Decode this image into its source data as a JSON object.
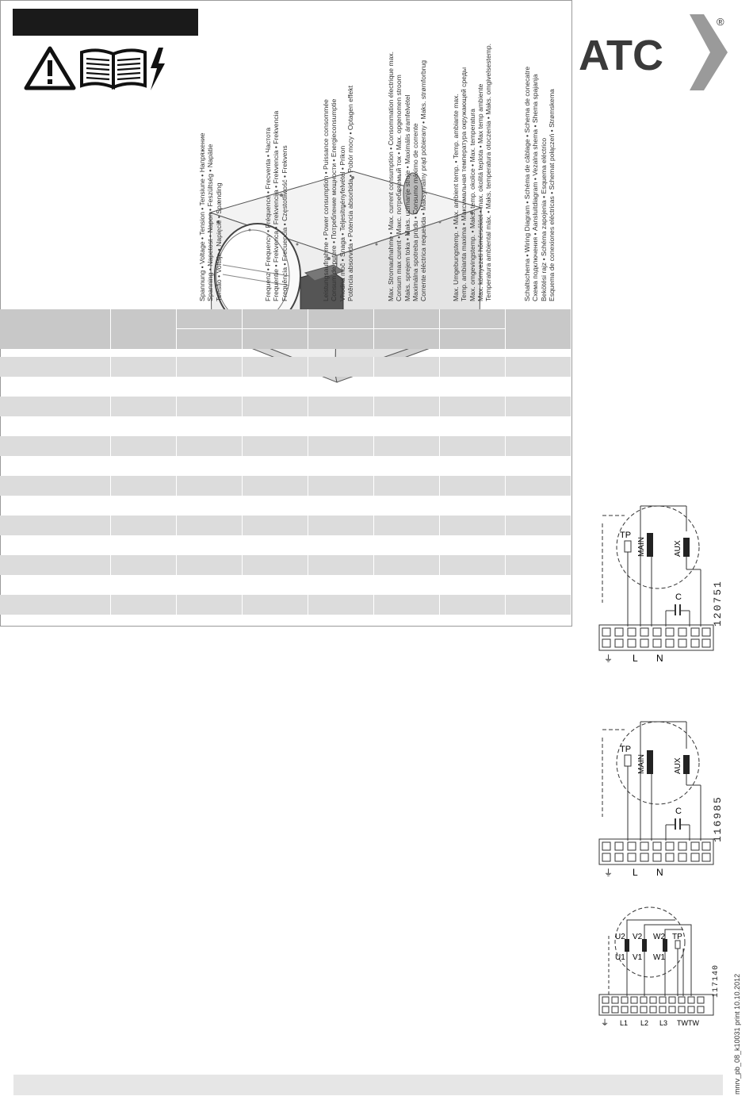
{
  "brand": {
    "logo_text": "ATC",
    "registered": "®",
    "colors": {
      "logo_dark": "#3a3a3a",
      "logo_grey": "#9a9a9a",
      "table_head": "#c8c8c8",
      "row_shade": "#dcdcdc"
    }
  },
  "icons": [
    "warning-triangle-icon",
    "manual-book-icon",
    "lightning-bolt-icon"
  ],
  "table": {
    "headers": [
      {
        "id": "voltage",
        "lines": [
          "Spannung • Voltage • Tension • Tensiune • Напряжение",
          "Spanning • Napetost • Napon • Feszültség • Napätie",
          "Tensão • Voltaje • Napięcie • Spænding"
        ]
      },
      {
        "id": "frequency",
        "lines": [
          "Frequenz • Frequency • Fréquence • Frecventa • Частота",
          "Frequentie • Frekvenca • Frekvencija • Frekvencia • Frekvencia",
          "Frequência • Frecuencia • Częstotliwość • Frekvens"
        ]
      },
      {
        "id": "power",
        "lines": [
          "Leistungsaufnahme • Power consumption • Puissance consommée",
          "Consum de putere • Потребление мощности • Energieconsumptie",
          "Vhodna moč • Snaga • Teljesítményfelvétel • Príkon",
          "Potência absorvida • Potencia absorbida • Pobór mocy • Optagen effekt"
        ]
      },
      {
        "id": "current",
        "lines": [
          "Max. Stromaufnahme • Max. current consumption • Consommation électrique max.",
          "Consum max curent • Макс. потребляемый ток • Max. opgenomen stroom",
          "Maks. sprejem toka • Maks. uzimanje struje • Maximális áramfelvétel",
          "Maximálna spotreba prúdu • Consumo máximo de corrente",
          "Corrente eléctrica requerida • Maksymalny prąd pobierany • Maks. strømforbrug"
        ]
      },
      {
        "id": "temperature",
        "lines": [
          "Max. Umgebungstemp. • Max. ambient temp. • Temp. ambiante max.",
          "Temp. ambianta maxima • Максимальная температура окружающей среды",
          "Max. omgevingstemp. • Maks. temp. okolice • Max. temperatura",
          "Max. környezeti hőmérséklet • max. okolitá teplota • Max temp ambiente",
          "Temperatura ambiental máx. • Maks. temperatura otoczenia • Maks. omgivelsestemp."
        ]
      },
      {
        "id": "wiring",
        "lines": [
          "Schaltschema • Wiring Diagram • Schéma de câblage • Schema de conecatre",
          "Схема подключения • Aansluitdiagram • Vezalna shema • Shema spajanja",
          "Bekötési rajz • Schéma zapojenia • Esquema eléctrico",
          "Esquema de conexiones eléctricas • Schemat połączeń • Strømskema"
        ]
      }
    ],
    "row_count": 14
  },
  "diagrams": [
    {
      "code": "120751",
      "terminals": {
        "ground": "⏚",
        "l": "L",
        "n": "N"
      },
      "labels": {
        "tp": "TP",
        "main": "MAIN",
        "aux": "AUX",
        "cap": "C"
      }
    },
    {
      "code": "116985",
      "terminals": {
        "ground": "⏚",
        "l": "L",
        "n": "N"
      },
      "labels": {
        "tp": "TP",
        "main": "MAIN",
        "aux": "AUX",
        "cap": "C"
      }
    },
    {
      "code": "117140",
      "terminals": {
        "ground": "⏚",
        "l1": "L1",
        "l2": "L2",
        "l3": "L3",
        "twtw": "TWTW"
      },
      "labels": {
        "u2": "U2",
        "v2": "V2",
        "w2": "W2",
        "tp": "TP",
        "u1": "U1",
        "v1": "V1",
        "w1": "W1"
      }
    }
  ],
  "doc_code": "mnrv_pb_08_k10031  print 10.10.2012"
}
